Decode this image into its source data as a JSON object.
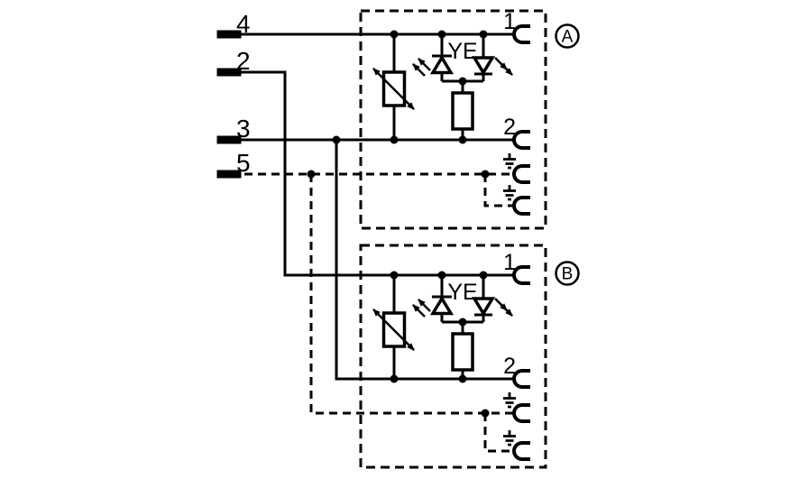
{
  "colors": {
    "line": "#000000",
    "background": "#ffffff"
  },
  "wire_terminals": [
    {
      "label": "4"
    },
    {
      "label": "2"
    },
    {
      "label": "3"
    },
    {
      "label": "5"
    }
  ],
  "connector_blocks": [
    {
      "label": "A",
      "pin1_label": "1",
      "pin2_label": "2",
      "led_label": "YE"
    },
    {
      "label": "B",
      "pin1_label": "1",
      "pin2_label": "2",
      "led_label": "YE"
    }
  ],
  "icons": {
    "varistor": "varistor-icon",
    "led_pair": "antiparallel-led-icon",
    "resistor": "resistor-icon",
    "earth_ground": "earth-ground-icon",
    "socket_contact": "socket-contact-icon",
    "junction": "junction-dot"
  }
}
